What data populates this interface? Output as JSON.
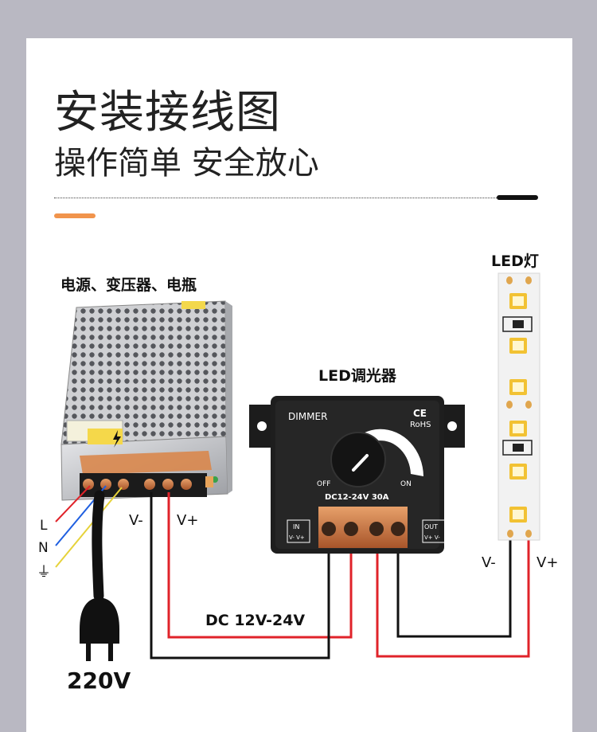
{
  "header": {
    "title": "安装接线图",
    "subtitle": "操作简单 安全放心"
  },
  "labels": {
    "power_supply": "电源、变压器、电瓶",
    "dimmer": "LED调光器",
    "led_strip": "LED灯",
    "dc_voltage": "DC 12V-24V",
    "ac_voltage": "220V"
  },
  "psu_terminals": {
    "v_minus": "V-",
    "v_plus": "V+"
  },
  "ac_inputs": {
    "live": "L",
    "neutral": "N",
    "ground": "⏚"
  },
  "led_terminals": {
    "v_minus": "V-",
    "v_plus": "V+"
  },
  "dimmer_panel": {
    "name": "DIMMER",
    "cert_ce": "CE",
    "cert_rohs": "RoHS",
    "off": "OFF",
    "on": "ON",
    "rating": "DC12-24V  30A",
    "in_label": "IN",
    "in_terms": "V- V+",
    "out_label": "OUT",
    "out_terms": "V+ V-"
  },
  "colors": {
    "positive_wire": "#e0232a",
    "negative_wire": "#111111",
    "accent": "#f1944c",
    "background": "#b9b8c2"
  }
}
